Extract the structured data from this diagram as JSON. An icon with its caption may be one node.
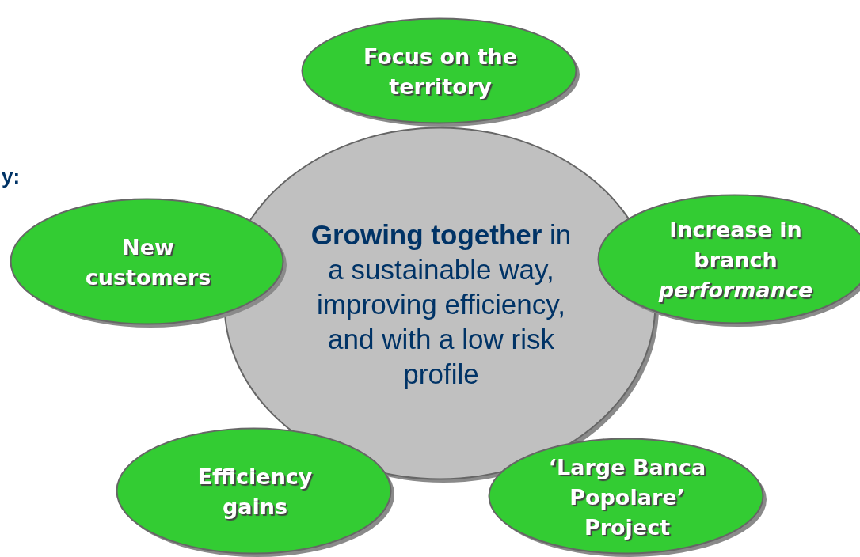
{
  "diagram": {
    "nodes": [
      {
        "text": [
          "Focus on the territory"
        ]
      },
      {
        "text": [
          "New customers"
        ]
      },
      {
        "text": [
          "**Growing together** in a sustainable way, improving efficiency, and with a low risk profile"
        ]
      },
      {
        "text": [
          "Increase in branch *performance*"
        ]
      },
      {
        "text": [
          "Efficiency gains"
        ]
      },
      {
        "text": [
          "‘Large Banca Popolare’ Project"
        ]
      }
    ],
    "labels": [
      "y:"
    ]
  }
}
